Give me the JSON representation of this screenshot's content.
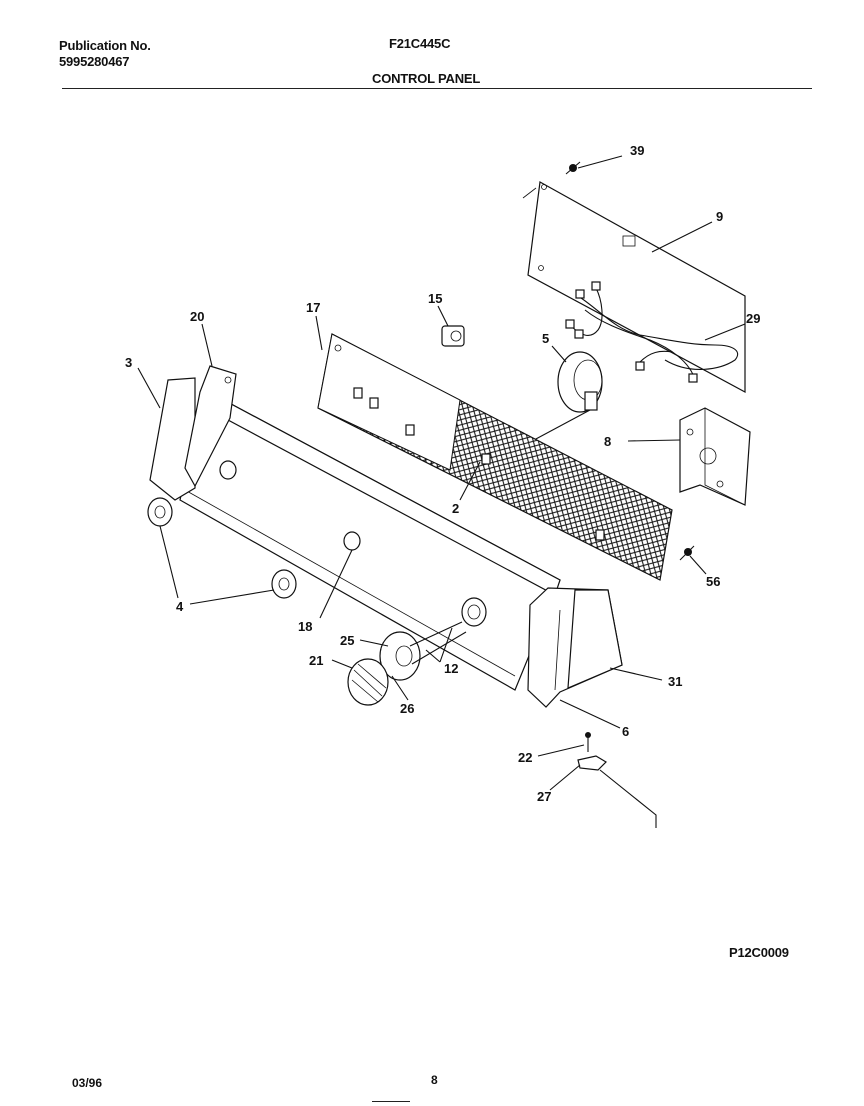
{
  "header": {
    "publication_label": "Publication No.",
    "publication_number": "5995280467",
    "model": "F21C445C",
    "section_title": "CONTROL PANEL"
  },
  "diagram_code": "P12C0009",
  "footer": {
    "date": "03/96",
    "page": "8"
  },
  "callouts": [
    "39",
    "9",
    "29",
    "15",
    "17",
    "20",
    "3",
    "5",
    "8",
    "2",
    "4",
    "56",
    "18",
    "25",
    "21",
    "12",
    "26",
    "31",
    "6",
    "22",
    "27"
  ]
}
